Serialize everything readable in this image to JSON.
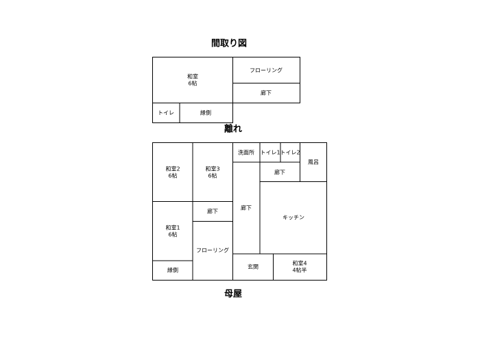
{
  "title": "間取り図",
  "annex": {
    "label": "離れ",
    "rooms": {
      "washitsu": {
        "name": "和室",
        "size": "6帖"
      },
      "flooring": {
        "name": "フローリング"
      },
      "rouka": {
        "name": "廊下"
      },
      "toilet": {
        "name": "トイレ"
      },
      "engawa": {
        "name": "縁側"
      }
    }
  },
  "main_house": {
    "label": "母屋",
    "rooms": {
      "washitsu2": {
        "name": "和室2",
        "size": "6帖"
      },
      "washitsu3": {
        "name": "和室3",
        "size": "6帖"
      },
      "senmenjo": {
        "name": "洗面所"
      },
      "toilet1": {
        "name": "トイレ1"
      },
      "toilet2": {
        "name": "トイレ2"
      },
      "furo": {
        "name": "風呂"
      },
      "rouka_upper": {
        "name": "廊下"
      },
      "rouka_center": {
        "name": "廊下"
      },
      "rouka_mid": {
        "name": "廊下"
      },
      "kitchen": {
        "name": "キッチン"
      },
      "washitsu1": {
        "name": "和室1",
        "size": "6帖"
      },
      "flooring": {
        "name": "フローリング"
      },
      "engawa": {
        "name": "縁側"
      },
      "genkan": {
        "name": "玄関"
      },
      "washitsu4": {
        "name": "和室4",
        "size": "4帖半"
      }
    }
  }
}
